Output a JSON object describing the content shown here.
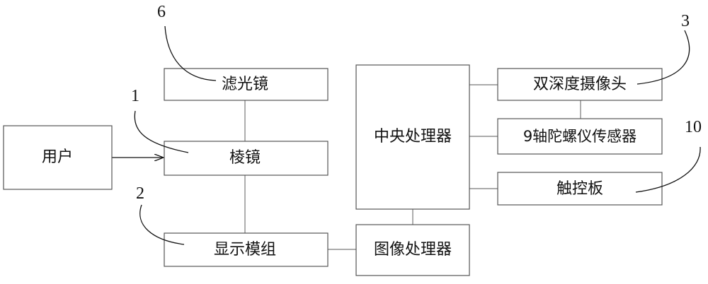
{
  "blocks": {
    "user": "用户",
    "filter": "滤光镜",
    "prism": "棱镜",
    "display_module": "显示模组",
    "cpu": "中央处理器",
    "image_processor": "图像处理器",
    "dual_depth_camera": "双深度摄像头",
    "gyro_sensor": "9轴陀螺仪传感器",
    "touchpad": "触控板"
  },
  "references": {
    "prism": "1",
    "display_module": "2",
    "dual_depth_camera": "3",
    "filter": "6",
    "touchpad": "10"
  }
}
